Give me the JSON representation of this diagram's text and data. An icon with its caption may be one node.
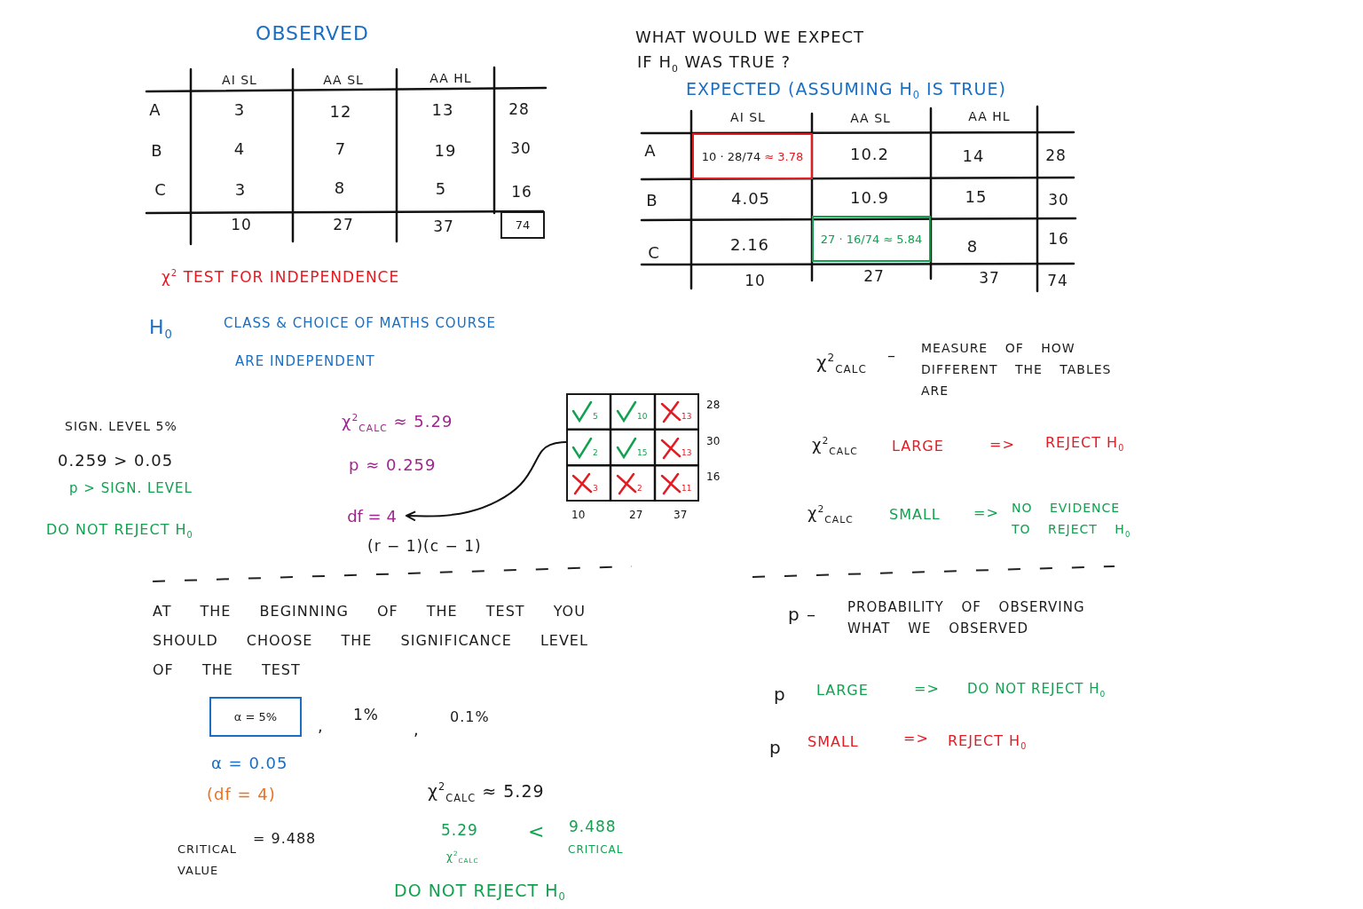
{
  "diagram": {
    "nodes": [
      {
        "text": [
          "74"
        ]
      },
      {
        "text": [
          "10 · 28/74",
          "≈ 3.78"
        ]
      },
      {
        "text": [
          "27 · 16/74",
          "≈ 5.84"
        ]
      },
      {
        "text": [
          "5",
          "10",
          "13",
          "2",
          "15",
          "13",
          "3",
          "2",
          "11"
        ],
        "beside": [
          "28",
          "30",
          "16",
          "10",
          "27",
          "37"
        ]
      },
      {
        "text": [
          "df = 4"
        ]
      },
      {
        "text": [
          "α = 5%"
        ]
      }
    ],
    "edges": [
      {
        "from": 3,
        "to": 4,
        "arrow": "to"
      }
    ],
    "labels": [
      "OBSERVED",
      "AI SL",
      "AA SL",
      "AA HL",
      "A",
      "3",
      "12",
      "13",
      "28",
      "B",
      "4",
      "7",
      "19",
      "30",
      "C",
      "3",
      "8",
      "5",
      "16",
      "10",
      "27",
      "37",
      "WHAT WOULD WE EXPECT",
      "IF H$_{0}$ WAS TRUE ?",
      "EXPECTED (ASSUMING H$_{0}$ IS TRUE)",
      "AI SL",
      "AA SL",
      "AA HL",
      "A",
      "10.2",
      "14",
      "28",
      "B",
      "4.05",
      "10.9",
      "15",
      "30",
      "C",
      "2.16",
      "8",
      "16",
      "10",
      "27",
      "37",
      "74",
      "χ$^{2}$ TEST FOR INDEPENDENCE",
      "H$_{0}$",
      "CLASS & CHOICE OF MATHS COURSE",
      "ARE INDEPENDENT",
      "SIGN. LEVEL 5%",
      "0.259 > 0.05",
      "p > SIGN. LEVEL",
      "DO NOT REJECT H$_{0}$",
      "χ$^{2}$$_{CALC}$ ≈ 5.29",
      "p ≈ 0.259",
      "(r − 1)(c − 1)",
      "χ$^{2}$$_{CALC}$",
      "–",
      "MEASURE OF HOW DIFFERENT THE TABLES ARE",
      "χ$^{2}$$_{CALC}$",
      "LARGE",
      "=>",
      "REJECT H$_{0}$",
      "χ$^{2}$$_{CALC}$",
      "SMALL",
      "=>",
      "NO EVIDENCE TO REJECT H$_{0}$",
      "AT THE BEGINNING OF THE TEST YOU SHOULD CHOOSE THE SIGNIFICANCE LEVEL OF THE TEST",
      ",",
      "1%",
      ",",
      "0.1%",
      "α = 0.05",
      "(df = 4)",
      "CRITICAL VALUE",
      "= 9.488",
      "χ$^{2}$$_{CALC}$ ≈ 5.29",
      "5.29",
      "<",
      "9.488",
      "χ$^{2}$$_{CALC}$",
      "CRITICAL",
      "DO NOT REJECT H$_{0}$",
      "p –",
      "PROBABILITY OF OBSERVING WHAT WE OBSERVED",
      "p",
      "LARGE",
      "=>",
      "DO NOT REJECT H$_{0}$",
      "p",
      "SMALL",
      "=>",
      "REJECT H$_{0}$"
    ]
  }
}
